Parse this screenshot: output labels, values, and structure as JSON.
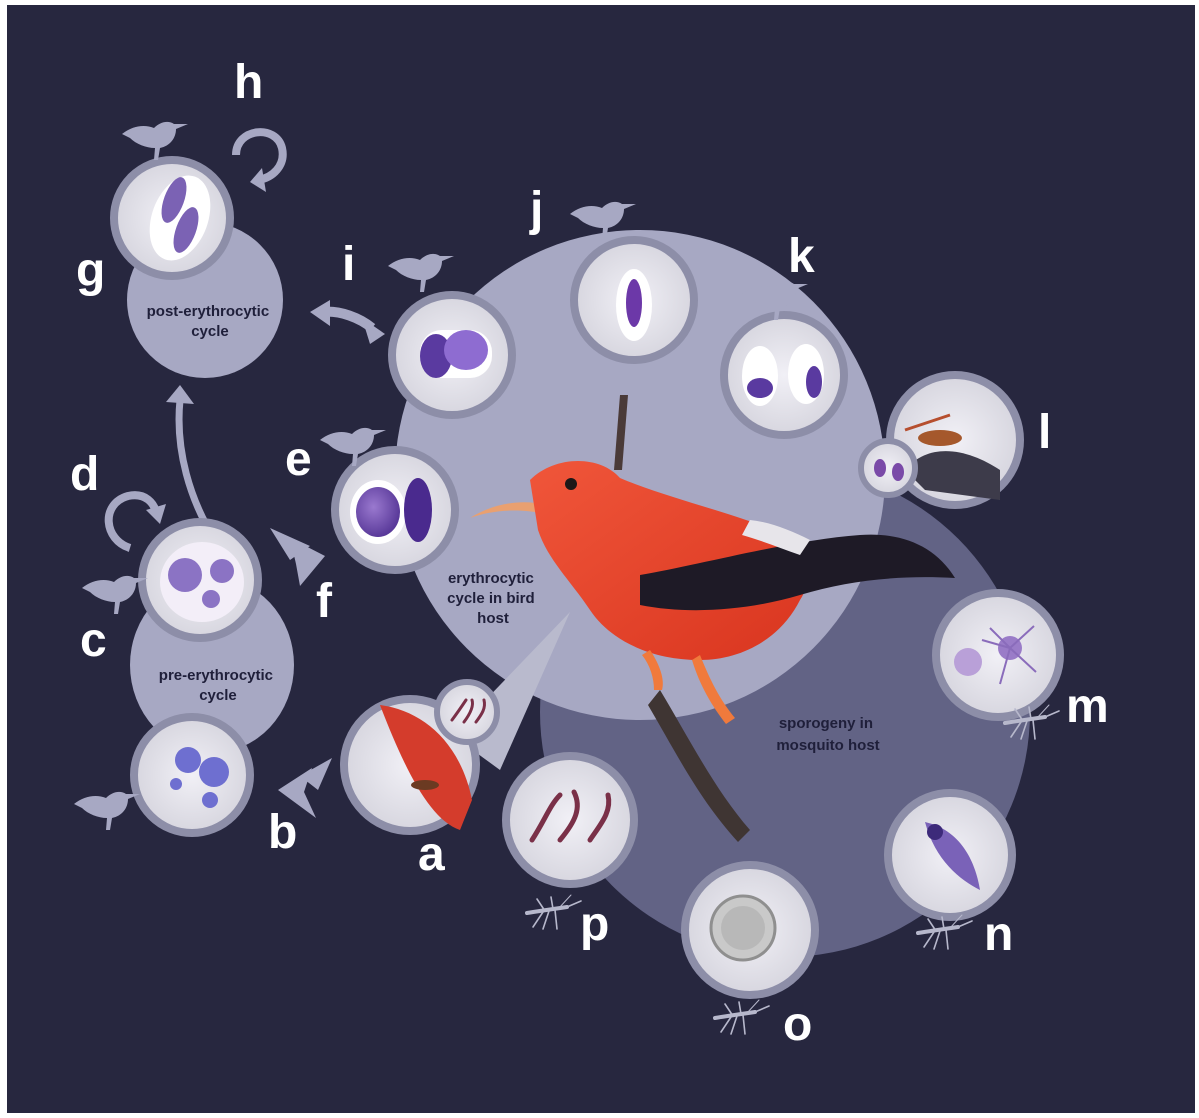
{
  "cycles": {
    "post_erythrocytic": [
      "post-erythrocytic",
      "cycle"
    ],
    "pre_erythrocytic": [
      "pre-erythrocytic",
      "cycle"
    ],
    "erythrocytic": [
      "erythrocytic",
      "cycle in bird",
      "host"
    ],
    "sporogeny": [
      "sporogeny in",
      "mosquito host"
    ]
  },
  "stage_letters": {
    "a": "a",
    "b": "b",
    "c": "c",
    "d": "d",
    "e": "e",
    "f": "f",
    "g": "g",
    "h": "h",
    "i": "i",
    "j": "j",
    "k": "k",
    "l": "l",
    "m": "m",
    "n": "n",
    "o": "o",
    "p": "p"
  },
  "colors": {
    "background": "#27273f",
    "frame": "#ffffff",
    "disc_light": "#a7a8c3",
    "disc_dark": "#626385",
    "stage_circle": "#dcdcdf",
    "stage_ring": "#8d8ea8",
    "bird_red": "#e5452c",
    "bird_wing": "#1e1a26",
    "parasite_purple": "#7d58b8"
  }
}
